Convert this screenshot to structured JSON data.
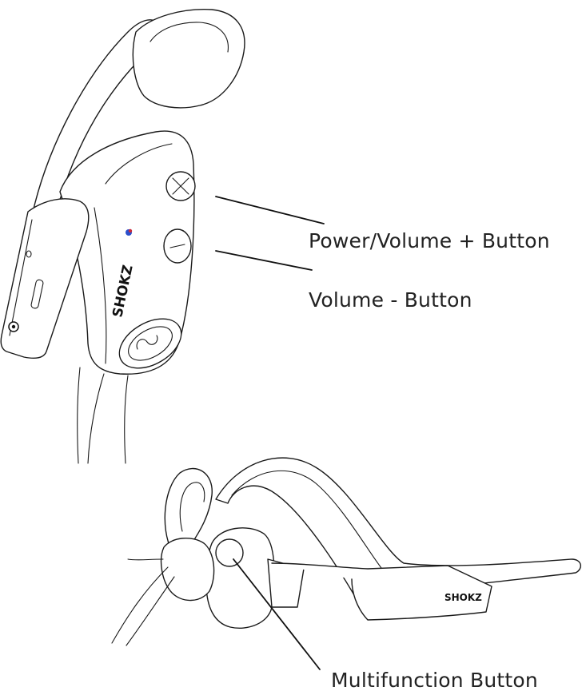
{
  "callouts": {
    "power_volume_plus": "Power/Volume + Button",
    "volume_minus": "Volume - Button",
    "multifunction": "Multifunction Button"
  },
  "brand": {
    "top_logo": "SHOKZ",
    "bottom_logo": "SHOKZ"
  },
  "colors": {
    "indicator_led": "#cc2b3b",
    "indicator_led_alt": "#2b4fcc",
    "line": "#1a1a1a"
  }
}
